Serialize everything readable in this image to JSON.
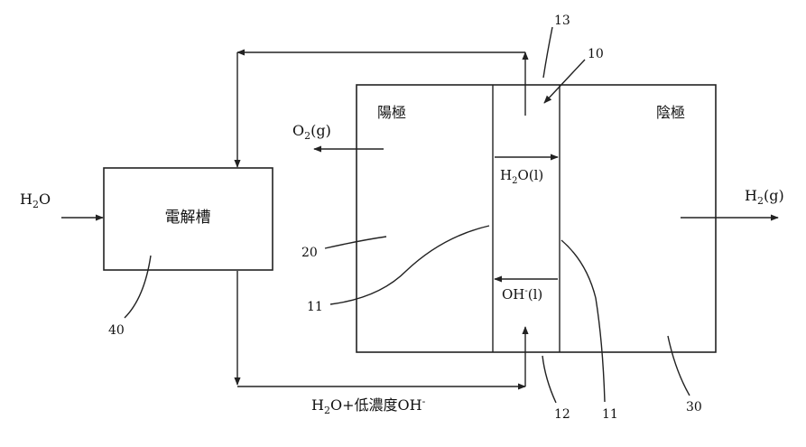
{
  "labels": {
    "anode": "陽極",
    "cathode": "陰極",
    "electrolyzer": "電解槽",
    "h2o_in": "H2O",
    "o2_out": "O2(g)",
    "h2_out": "H2(g)",
    "h2o_liquid": "H2O(l)",
    "oh_liquid": "OH-(l)",
    "return_flow": "H2O+低濃度OH-"
  },
  "reference_numerals": {
    "membrane_assembly": "10",
    "separator_left": "11",
    "separator_right": "11",
    "bottom_port": "12",
    "top_port": "13",
    "anode_chamber": "20",
    "cathode_chamber": "30",
    "electrolyzer_tank": "40"
  }
}
